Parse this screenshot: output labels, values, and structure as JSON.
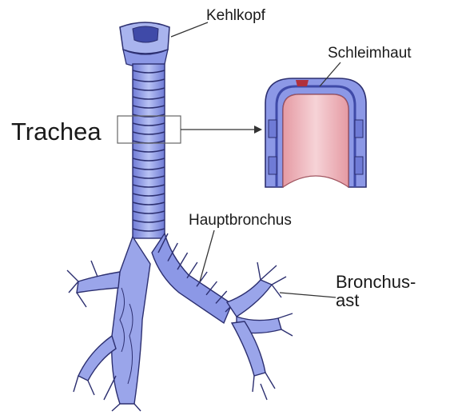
{
  "labels": {
    "kehlkopf": "Kehlkopf",
    "schleimhaut": "Schleimhaut",
    "trachea": "Trachea",
    "hauptbronchus": "Hauptbronchus",
    "bronchusast_line1": "Bronchus-",
    "bronchusast_line2": "ast"
  },
  "colors": {
    "tissue": "#8c98e6",
    "tissue_light": "#aeb8f0",
    "tissue_dark": "#3f4aa8",
    "outline": "#2c2f70",
    "mucosa": "#e9a9b0",
    "mucosa_light": "#f5cfd3",
    "leader_line": "#333333"
  }
}
